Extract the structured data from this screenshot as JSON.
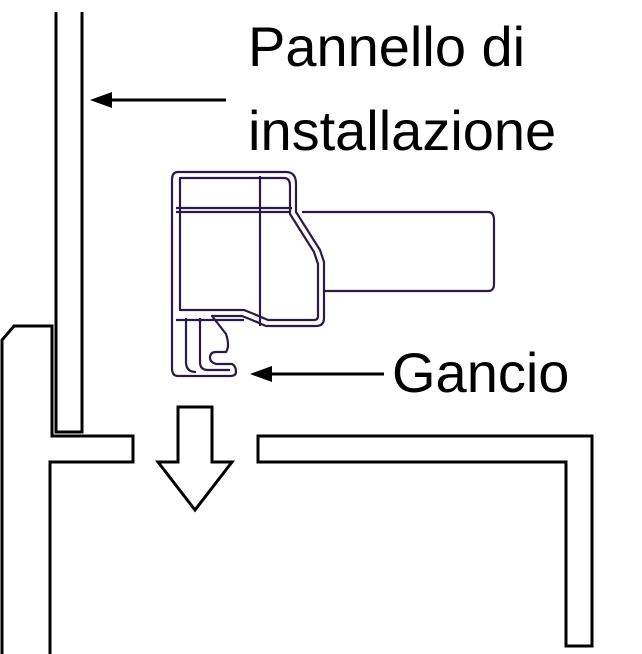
{
  "labels": {
    "installation_panel": [
      "Pannello di",
      "installazione"
    ],
    "hook": "Gancio"
  },
  "colors": {
    "line": "#000000",
    "hook_outline": "#2b1a45",
    "background": "#ffffff"
  }
}
